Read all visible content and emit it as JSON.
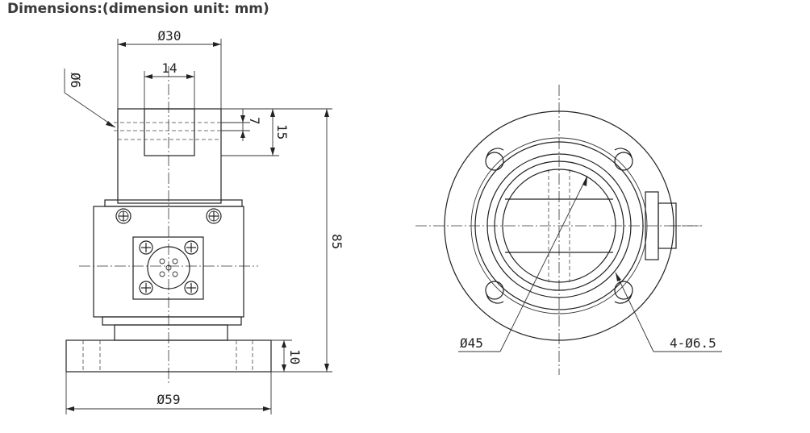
{
  "title": "Dimensions:(dimension unit: mm)",
  "dimensions": {
    "d30": "Ø30",
    "d14": "14",
    "d6": "Ø6",
    "d7": "7",
    "d15": "15",
    "d85": "85",
    "d10": "10",
    "d59": "Ø59",
    "d45": "Ø45",
    "holes": "4-Ø6.5"
  }
}
